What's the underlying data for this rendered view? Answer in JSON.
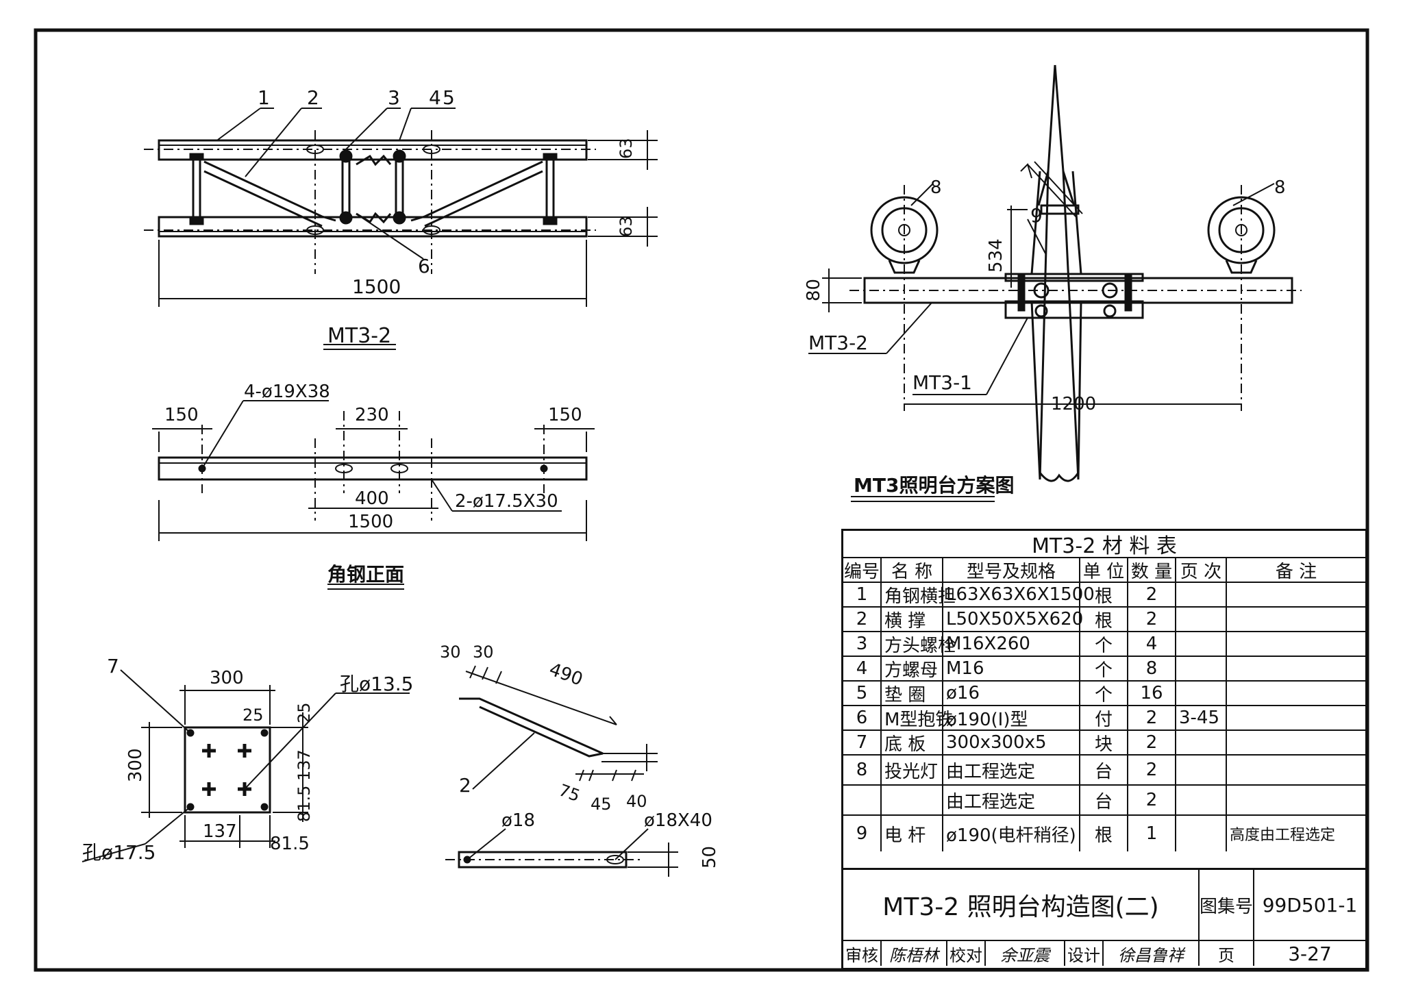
{
  "drawings": {
    "top_left": {
      "title": "MT3-2",
      "labels": [
        "1",
        "2",
        "3",
        "4",
        "5",
        "6"
      ],
      "dims": {
        "d63a": "63",
        "d63b": "63",
        "d1500": "1500"
      }
    },
    "angle_front": {
      "title": "角钢正面",
      "hole_note_1": "4-ø19X38",
      "hole_note_2": "2-ø17.5X30",
      "dims": {
        "d150a": "150",
        "d230": "230",
        "d150b": "150",
        "d400": "400",
        "d1500": "1500"
      }
    },
    "base_plate": {
      "label": "7",
      "dims": {
        "d300top": "300",
        "d300left": "300",
        "d25a": "25",
        "d25b": "25",
        "d137h": "137",
        "d137v": "137",
        "d815h": "81.5",
        "d815v": "81.5"
      },
      "hole_a": "孔ø13.5",
      "hole_b": "孔ø17.5"
    },
    "brace": {
      "label": "2",
      "dims": {
        "d30a": "30",
        "d30b": "30",
        "d490": "490",
        "d75": "75",
        "d45": "45",
        "d40": "40",
        "d50": "50"
      },
      "hole_a": "ø18",
      "hole_b": "ø18X40"
    },
    "scheme": {
      "title": "MT3照明台方案图",
      "lamp_label_left": "8",
      "lamp_label_right": "8",
      "pole_label": "9",
      "arm_label": "MT3-2",
      "clamp_label": "MT3-1",
      "dims": {
        "d80": "80",
        "d534": "534",
        "d1200": "1200"
      }
    }
  },
  "materials": {
    "title": "MT3-2 材 料 表",
    "headers": [
      "编号",
      "名  称",
      "型号及规格",
      "单 位",
      "数 量",
      "页 次",
      "备    注"
    ],
    "rows": [
      [
        "1",
        "角钢横担",
        "L63X63X6X1500",
        "根",
        "2",
        "",
        ""
      ],
      [
        "2",
        "横  撑",
        "L50X50X5X620",
        "根",
        "2",
        "",
        ""
      ],
      [
        "3",
        "方头螺栓",
        "M16X260",
        "个",
        "4",
        "",
        ""
      ],
      [
        "4",
        "方螺母",
        "M16",
        "个",
        "8",
        "",
        ""
      ],
      [
        "5",
        "垫  圈",
        "ø16",
        "个",
        "16",
        "",
        ""
      ],
      [
        "6",
        "M型抱铁",
        "ø190(Ⅰ)型",
        "付",
        "2",
        "3-45",
        ""
      ],
      [
        "7",
        "底  板",
        "300x300x5",
        "块",
        "2",
        "",
        ""
      ],
      [
        "8",
        "投光灯",
        "由工程选定",
        "台",
        "2",
        "",
        ""
      ],
      [
        "",
        "",
        "由工程选定",
        "台",
        "2",
        "",
        ""
      ],
      [
        "9",
        "电  杆",
        "ø190(电杆稍径)",
        "根",
        "1",
        "",
        "高度由工程选定"
      ]
    ]
  },
  "title_block": {
    "drawing_title": "MT3-2 照明台构造图(二)",
    "atlas_label": "图集号",
    "atlas_no": "99D501-1",
    "review_label": "审核",
    "review_sign": "陈梧林",
    "check_label": "校对",
    "check_sign": "余亚震",
    "design_label": "设计",
    "design_sign": "徐昌鲁祥",
    "page_label": "页",
    "page_no": "3-27"
  }
}
